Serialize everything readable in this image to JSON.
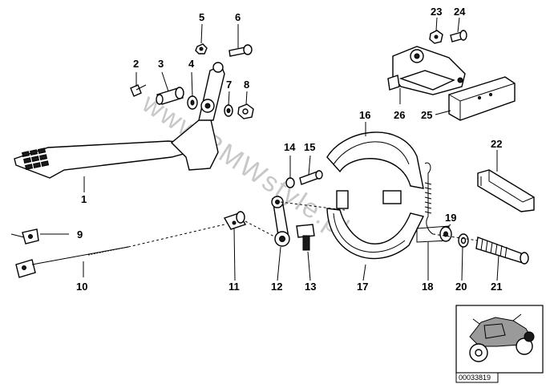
{
  "diagram": {
    "watermark": "www.BMWstyle.pl",
    "reference_number": "00033819",
    "callouts": [
      "1",
      "2",
      "3",
      "4",
      "5",
      "6",
      "7",
      "8",
      "9",
      "10",
      "11",
      "12",
      "13",
      "14",
      "15",
      "16",
      "17",
      "18",
      "19",
      "20",
      "21",
      "22",
      "23",
      "24",
      "25",
      "26"
    ]
  }
}
